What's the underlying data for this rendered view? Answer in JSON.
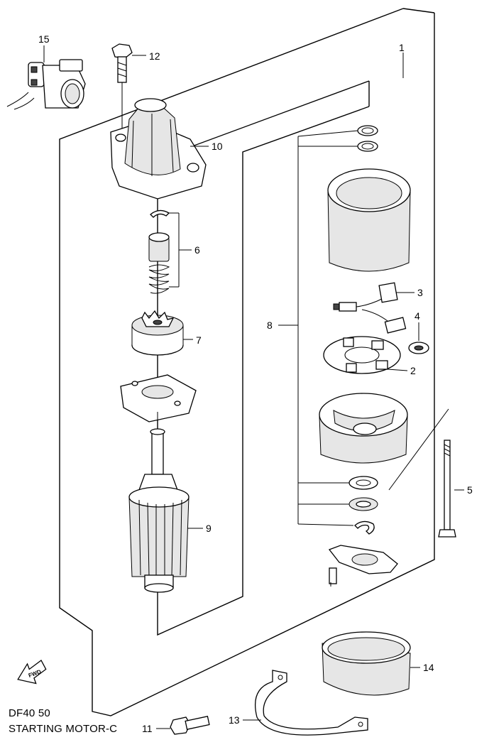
{
  "title_lines": {
    "model": "DF40 50",
    "section": "STARTING MOTOR-C"
  },
  "fwd_arrow": {
    "label": "FWD",
    "icon": "fwd-arrow-icon"
  },
  "callouts": {
    "c1": "1",
    "c2": "2",
    "c3": "3",
    "c4": "4",
    "c5": "5",
    "c6": "6",
    "c7": "7",
    "c8": "8",
    "c9": "9",
    "c10": "10",
    "c11": "11",
    "c12": "12",
    "c13": "13",
    "c14": "14",
    "c15": "15"
  },
  "parts": [
    {
      "ref": "1",
      "icon": "starting-motor-assembly-outline"
    },
    {
      "ref": "2",
      "icon": "brush-holder-plate-icon"
    },
    {
      "ref": "3",
      "icon": "brush-set-icon"
    },
    {
      "ref": "4",
      "icon": "bearing-icon"
    },
    {
      "ref": "5",
      "icon": "through-bolt-icon"
    },
    {
      "ref": "6",
      "icon": "pinion-stop-set-icon"
    },
    {
      "ref": "7",
      "icon": "pinion-gear-icon"
    },
    {
      "ref": "8",
      "icon": "end-frame-kit-icon"
    },
    {
      "ref": "9",
      "icon": "armature-icon"
    },
    {
      "ref": "10",
      "icon": "front-bracket-icon"
    },
    {
      "ref": "11",
      "icon": "bolt-icon"
    },
    {
      "ref": "12",
      "icon": "bolt-icon"
    },
    {
      "ref": "13",
      "icon": "motor-band-icon"
    },
    {
      "ref": "14",
      "icon": "rubber-cushion-icon"
    },
    {
      "ref": "15",
      "icon": "starter-relay-icon"
    }
  ]
}
